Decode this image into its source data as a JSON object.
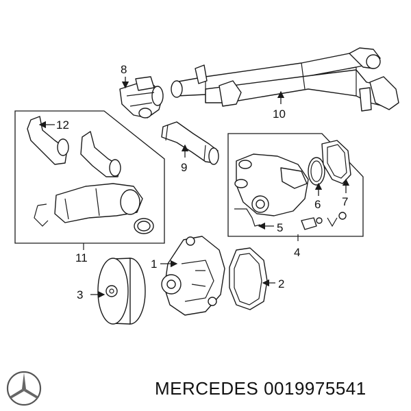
{
  "footer": {
    "brand": "MERCEDES",
    "part_number": "0019975541"
  },
  "callouts": {
    "c1": "1",
    "c2": "2",
    "c3": "3",
    "c4": "4",
    "c5": "5",
    "c6": "6",
    "c7": "7",
    "c8": "8",
    "c9": "9",
    "c10": "10",
    "c11": "11",
    "c12": "12"
  },
  "icons": {
    "logo": "mercedes-star-logo"
  }
}
